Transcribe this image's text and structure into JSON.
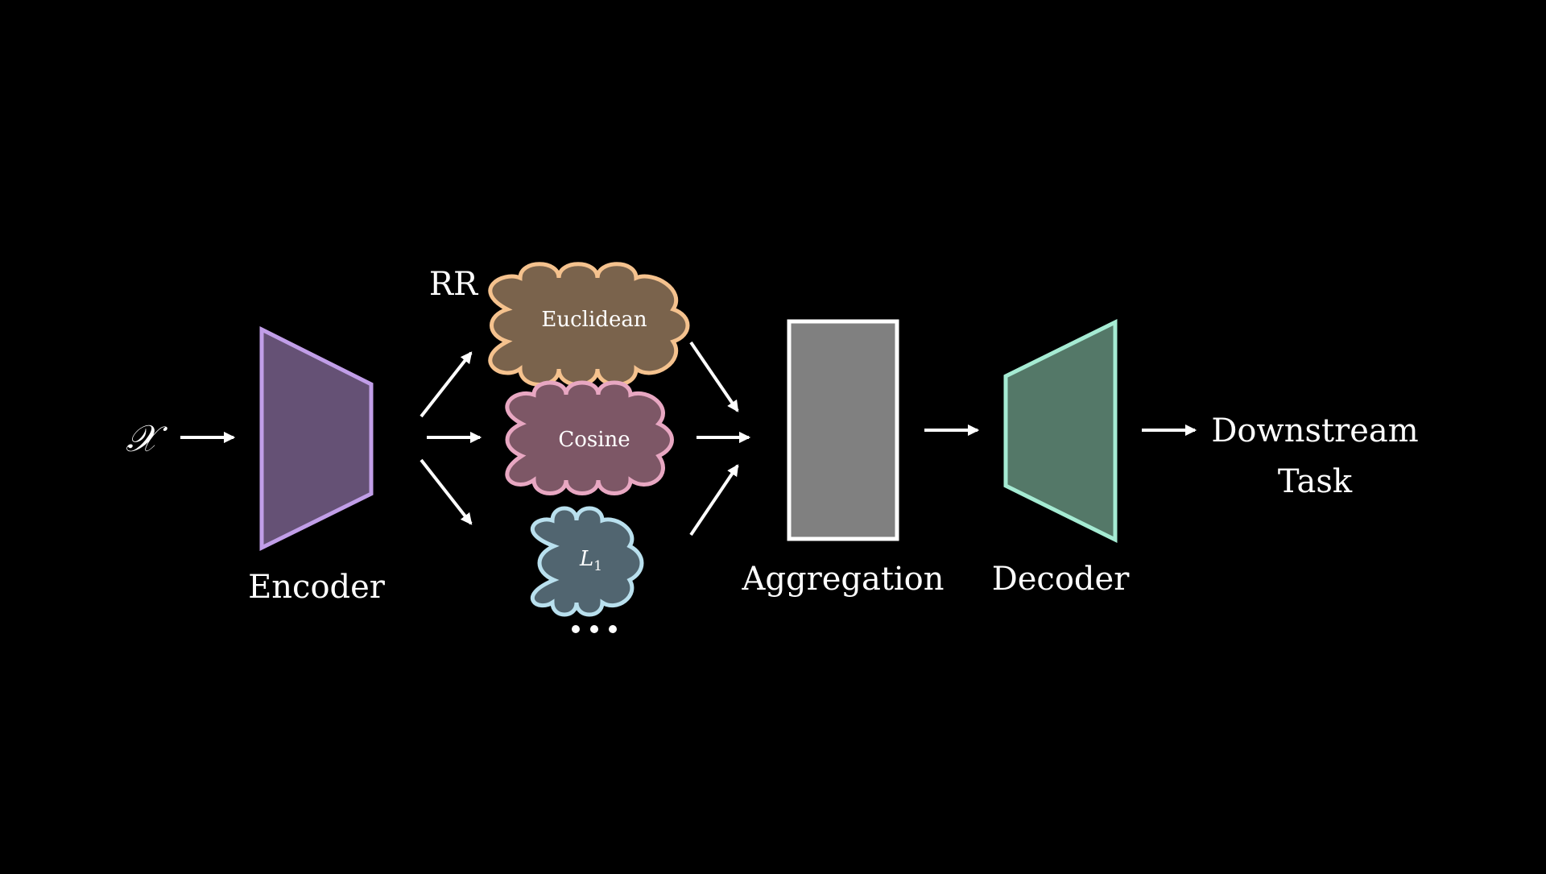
{
  "diagram": {
    "input_label": "𝒳",
    "encoder": {
      "label": "Encoder",
      "fill_color": "#655175",
      "stroke_color": "#c19ee8"
    },
    "rr_label": "RR",
    "relative_representations": [
      {
        "label": "Euclidean",
        "fill_color": "#7a634c",
        "stroke_color": "#f5c28e"
      },
      {
        "label": "Cosine",
        "fill_color": "#7d5766",
        "stroke_color": "#e8a7c2"
      },
      {
        "label": "L",
        "subscript": "1",
        "fill_color": "#516570",
        "stroke_color": "#b9e0ee"
      }
    ],
    "aggregation": {
      "label": "Aggregation",
      "fill_color": "#808080",
      "stroke_color": "#ffffff"
    },
    "decoder": {
      "label": "Decoder",
      "fill_color": "#547868",
      "stroke_color": "#a5ebd3"
    },
    "output": {
      "line1": "Downstream",
      "line2": "Task"
    },
    "colors": {
      "background": "#000000",
      "arrows": "#ffffff",
      "text": "#ffffff"
    }
  }
}
